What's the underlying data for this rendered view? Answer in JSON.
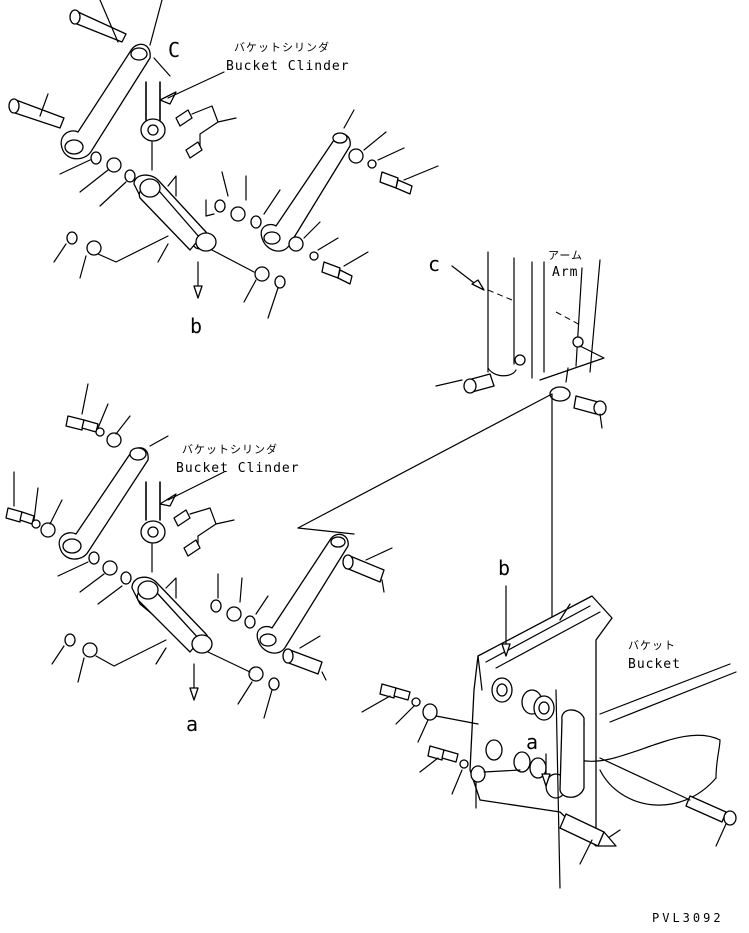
{
  "labels": {
    "view_c_top": "C",
    "view_c_arm": "c",
    "view_b_top": "b",
    "view_b_bucket": "b",
    "view_a_bottom": "a",
    "view_a_bucket": "a",
    "bucket_cylinder_jp_top": "バケットシリンダ",
    "bucket_cylinder_en_top": "Bucket Clinder",
    "bucket_cylinder_jp_bottom": "バケットシリンダ",
    "bucket_cylinder_en_bottom": "Bucket Clinder",
    "arm_jp": "アーム",
    "arm_en": "Arm",
    "bucket_jp": "バケット",
    "bucket_en": "Bucket",
    "drawing_code": "PVL3092"
  }
}
